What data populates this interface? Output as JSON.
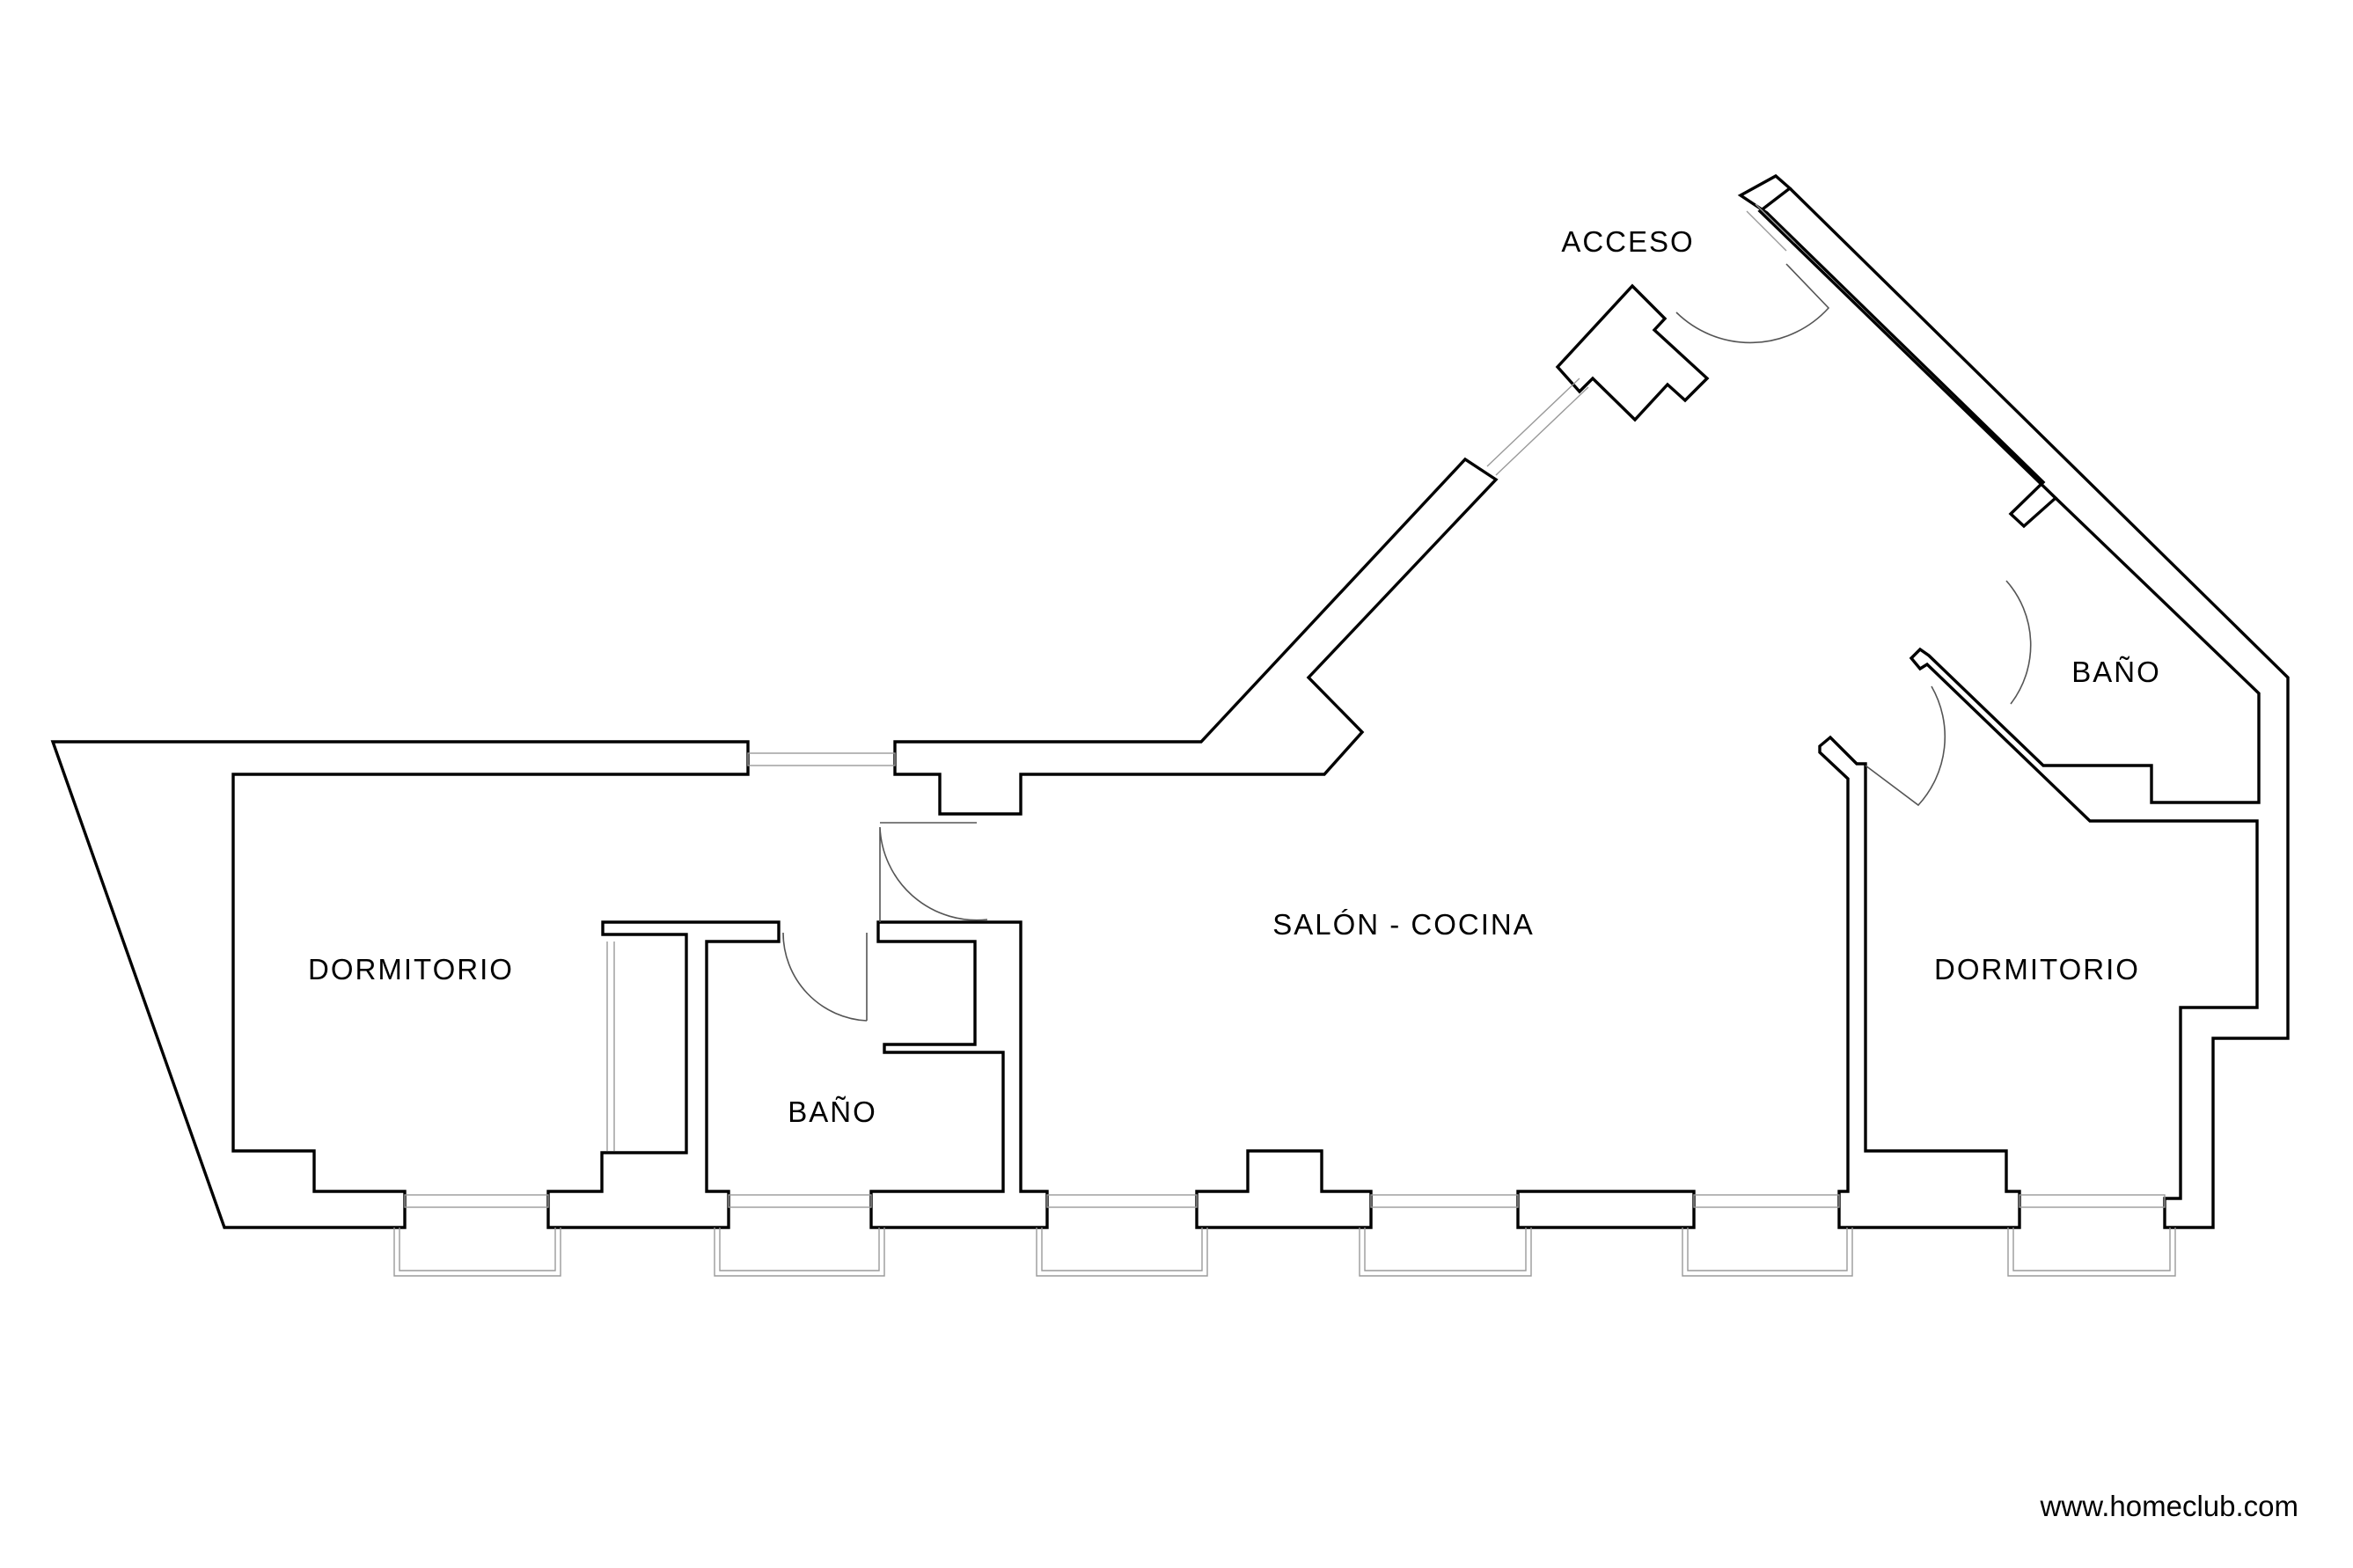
{
  "rooms": {
    "acceso": "ACCESO",
    "salon_cocina": "SALÓN - COCINA",
    "dormitorio_left": "DORMITORIO",
    "dormitorio_right": "DORMITORIO",
    "bano_left": "BAÑO",
    "bano_right": "BAÑO"
  },
  "footer": {
    "website": "www.homeclub.com"
  },
  "colors": {
    "walls": "#000000",
    "windows": "#9a9a9a",
    "background": "#ffffff"
  }
}
